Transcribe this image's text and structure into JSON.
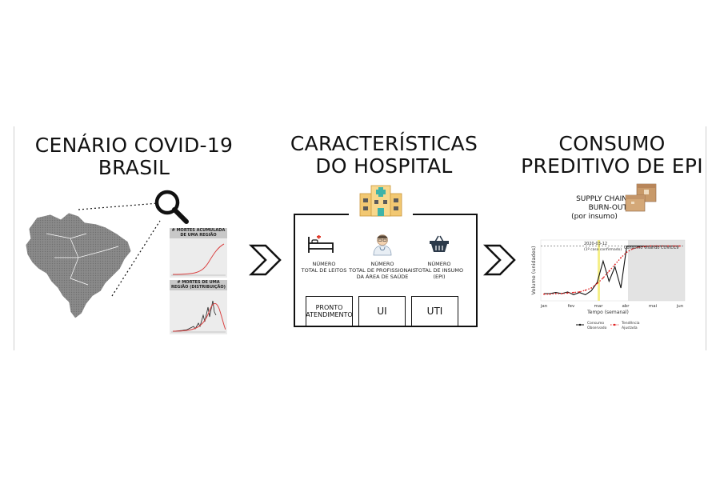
{
  "sections": {
    "left": {
      "title_line1": "CENÁRIO COVID-19",
      "title_line2": "BRASIL"
    },
    "middle": {
      "title_line1": "CARACTERÍSTICAS",
      "title_line2": "DO HOSPITAL"
    },
    "right": {
      "title_line1": "CONSUMO",
      "title_line2": "PREDITIVO DE EPI"
    }
  },
  "left_panel": {
    "chart1_label": "# MORTES ACUMULADA DE UMA REGIÃO",
    "chart2_label": "# MORTES DE UMA REGIÃO (DISTRIBUIÇÃO)",
    "icons": [
      "brazil-map-icon",
      "magnifier-icon"
    ]
  },
  "hospital": {
    "icon": "hospital-building-icon",
    "indicators": [
      {
        "icon": "hospital-bed-icon",
        "line1": "NÚMERO",
        "line2": "TOTAL DE LEITOS",
        "line3": ""
      },
      {
        "icon": "doctor-icon",
        "line1": "NÚMERO",
        "line2": "TOTAL DE PROFISSIONAIS",
        "line3": "DA ÁREA DE SAÚDE"
      },
      {
        "icon": "basket-icon",
        "line1": "NÚMERO",
        "line2": "TOTAL DE INSUMO",
        "line3": "(EPI)"
      }
    ],
    "units": [
      {
        "line1": "PRONTO",
        "line2": "ATENDIMENTO"
      },
      {
        "line1": "UI",
        "line2": ""
      },
      {
        "line1": "UTI",
        "line2": ""
      }
    ]
  },
  "supply": {
    "line1": "SUPPLY CHAIN",
    "line2": "BURN-OUT",
    "line3": "(por insumo)",
    "icon": "boxes-icon"
  },
  "chart_data": {
    "type": "line",
    "title": "",
    "xlabel": "Tempo (semanal)",
    "ylabel": "Volume (unidades)",
    "x_ticks": [
      "jan",
      "fev",
      "mar",
      "abr",
      "mai",
      "jun"
    ],
    "annotations": [
      "2020-03-12",
      "(1º caso confirmado)",
      "Consumo visando COVID19"
    ],
    "series": [
      {
        "name": "Consumo Observado",
        "color": "#111111",
        "style": "solid",
        "values": [
          0.1,
          0.1,
          0.12,
          0.1,
          0.13,
          0.08,
          0.12,
          0.08,
          0.15,
          0.3,
          0.68,
          0.32,
          0.58,
          0.2,
          0.95,
          0.95,
          0.95,
          0.95,
          0.95,
          0.95,
          0.95,
          0.95,
          0.95,
          0.95
        ]
      },
      {
        "name": "Tendência Ajustada",
        "color": "#e02020",
        "style": "dotted",
        "values": [
          0.09,
          0.09,
          0.1,
          0.1,
          0.11,
          0.12,
          0.13,
          0.16,
          0.2,
          0.28,
          0.38,
          0.5,
          0.62,
          0.74,
          0.84,
          0.9,
          0.93,
          0.94,
          0.95,
          0.95,
          0.95,
          0.95,
          0.95,
          0.95
        ]
      }
    ],
    "legend": [
      {
        "line1": "Consumo",
        "line2": "Observado"
      },
      {
        "line1": "Tendência",
        "line2": "Ajustada"
      }
    ],
    "legend_position": "bottom"
  }
}
